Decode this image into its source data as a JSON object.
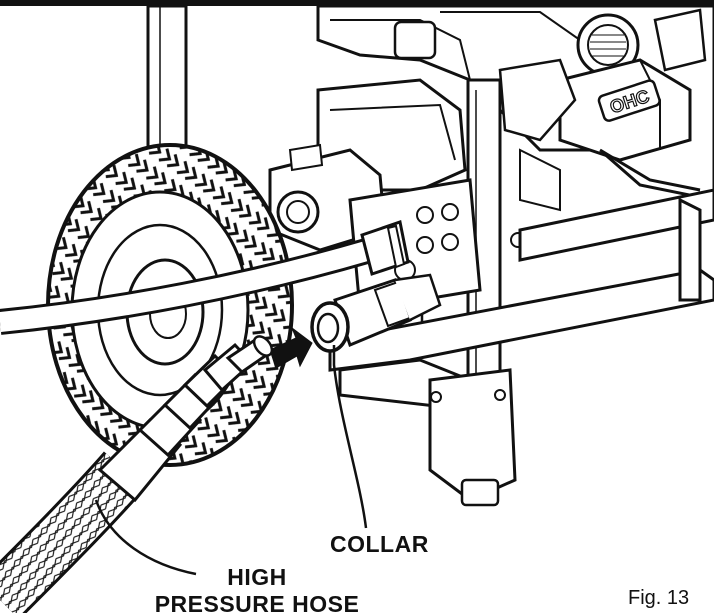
{
  "callouts": {
    "collar": "COLLAR",
    "hose_line1": "HIGH",
    "hose_line2": "PRESSURE HOSE"
  },
  "figure_label": "Fig. 13",
  "engine_badge": "OHC",
  "colors": {
    "line": "#111111",
    "background": "#ffffff"
  }
}
